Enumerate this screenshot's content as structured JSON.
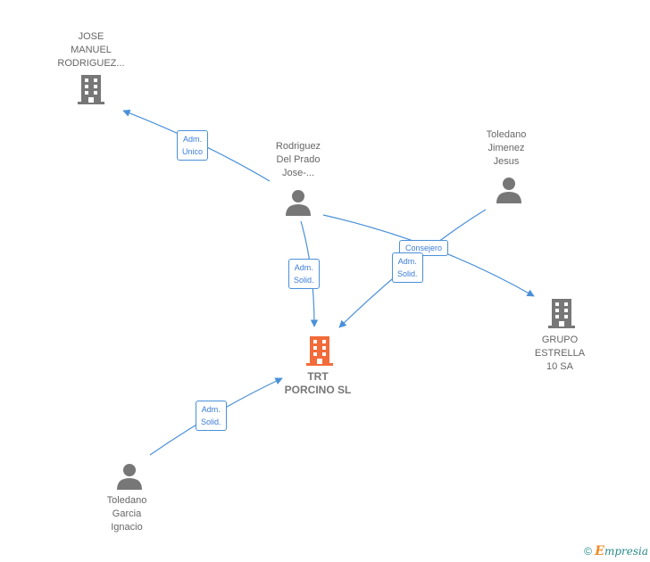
{
  "nodes": {
    "jose_manuel": {
      "label": "JOSE\nMANUEL\nRODRIGUEZ...",
      "type": "company"
    },
    "rodriguez_del_prado": {
      "label": "Rodriguez\nDel Prado\nJose-...",
      "type": "person"
    },
    "toledano_jimenez": {
      "label": "Toledano\nJimenez\nJesus",
      "type": "person"
    },
    "trt_porcino": {
      "label": "TRT\nPORCINO  SL",
      "type": "company-main"
    },
    "grupo_estrella": {
      "label": "GRUPO\nESTRELLA\n10 SA",
      "type": "company"
    },
    "toledano_garcia": {
      "label": "Toledano\nGarcia\nIgnacio",
      "type": "person"
    }
  },
  "edges": {
    "adm_unico": "Adm.\nUnico",
    "adm_solid_1": "Adm.\nSolid.",
    "consejero": "Consejero",
    "adm_solid_2": "Adm.\nSolid.",
    "adm_solid_3": "Adm.\nSolid."
  },
  "colors": {
    "edge": "#4a90d9",
    "icon": "#777777",
    "main_icon": "#f26b3a"
  },
  "footer": {
    "copyright": "©",
    "brand_first": "E",
    "brand_rest": "mpresia"
  }
}
